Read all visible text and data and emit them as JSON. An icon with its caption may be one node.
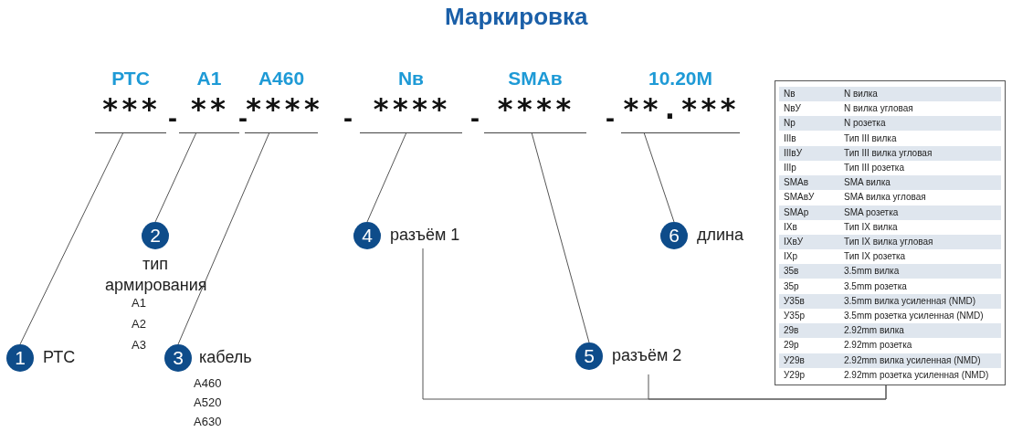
{
  "diagram": {
    "title": "Маркировка",
    "nodes": [
      {
        "text": [
          "РТС",
          "***"
        ]
      },
      {
        "text": [
          "A1",
          "**"
        ]
      },
      {
        "text": [
          "A460",
          "****"
        ]
      },
      {
        "text": [
          "Nв",
          "****"
        ]
      },
      {
        "text": [
          "SMAв",
          "****"
        ]
      },
      {
        "text": [
          "10.20M",
          "**.***"
        ]
      },
      {
        "text": [
          "1"
        ],
        "beside": [
          "РТС"
        ]
      },
      {
        "text": [
          "2"
        ],
        "beside": [
          "тип армирования",
          "A1",
          "A2",
          "A3"
        ]
      },
      {
        "text": [
          "3"
        ],
        "beside": [
          "кабель",
          "A460",
          "A520",
          "A630"
        ]
      },
      {
        "text": [
          "4"
        ],
        "beside": [
          "разъём 1"
        ]
      },
      {
        "text": [
          "5"
        ],
        "beside": [
          "разъём 2"
        ]
      },
      {
        "text": [
          "6"
        ],
        "beside": [
          "длина"
        ]
      },
      {
        "text": [
          "Nв",
          "N вилка",
          "NвУ",
          "N вилка угловая",
          "Np",
          "N розетка",
          "IIIв",
          "Тип III вилка",
          "IIIвУ",
          "Тип III вилка угловая",
          "IIIр",
          "Тип III розетка",
          "SMAв",
          "SMA вилка",
          "SMAвУ",
          "SMA вилка угловая",
          "SMAр",
          "SMA розетка",
          "IXв",
          "Тип IX вилка",
          "IXвУ",
          "Тип IX вилка угловая",
          "IXр",
          "Тип IX розетка",
          "35в",
          "3.5mm вилка",
          "35р",
          "3.5mm розетка",
          "У35в",
          "3.5mm вилка усиленная (NMD)",
          "У35р",
          "3.5mm розетка усиленная (NMD)",
          "29в",
          "2.92mm вилка",
          "29р",
          "2.92mm розетка",
          "У29в",
          "2.92mm вилка усиленная (NMD)",
          "У29р",
          "2.92mm розетка усиленная (NMD)"
        ]
      }
    ],
    "edges": [
      {
        "from": 0,
        "to": 6,
        "arrow": "none"
      },
      {
        "from": 1,
        "to": 7,
        "arrow": "none"
      },
      {
        "from": 2,
        "to": 8,
        "arrow": "none"
      },
      {
        "from": 3,
        "to": 9,
        "arrow": "none"
      },
      {
        "from": 4,
        "to": 10,
        "arrow": "none"
      },
      {
        "from": 5,
        "to": 11,
        "arrow": "none"
      },
      {
        "from": 9,
        "to": 12,
        "arrow": "none"
      },
      {
        "from": 10,
        "to": 12,
        "arrow": "none"
      }
    ],
    "labels": [
      "-",
      "-",
      "-",
      "-",
      "-"
    ]
  }
}
